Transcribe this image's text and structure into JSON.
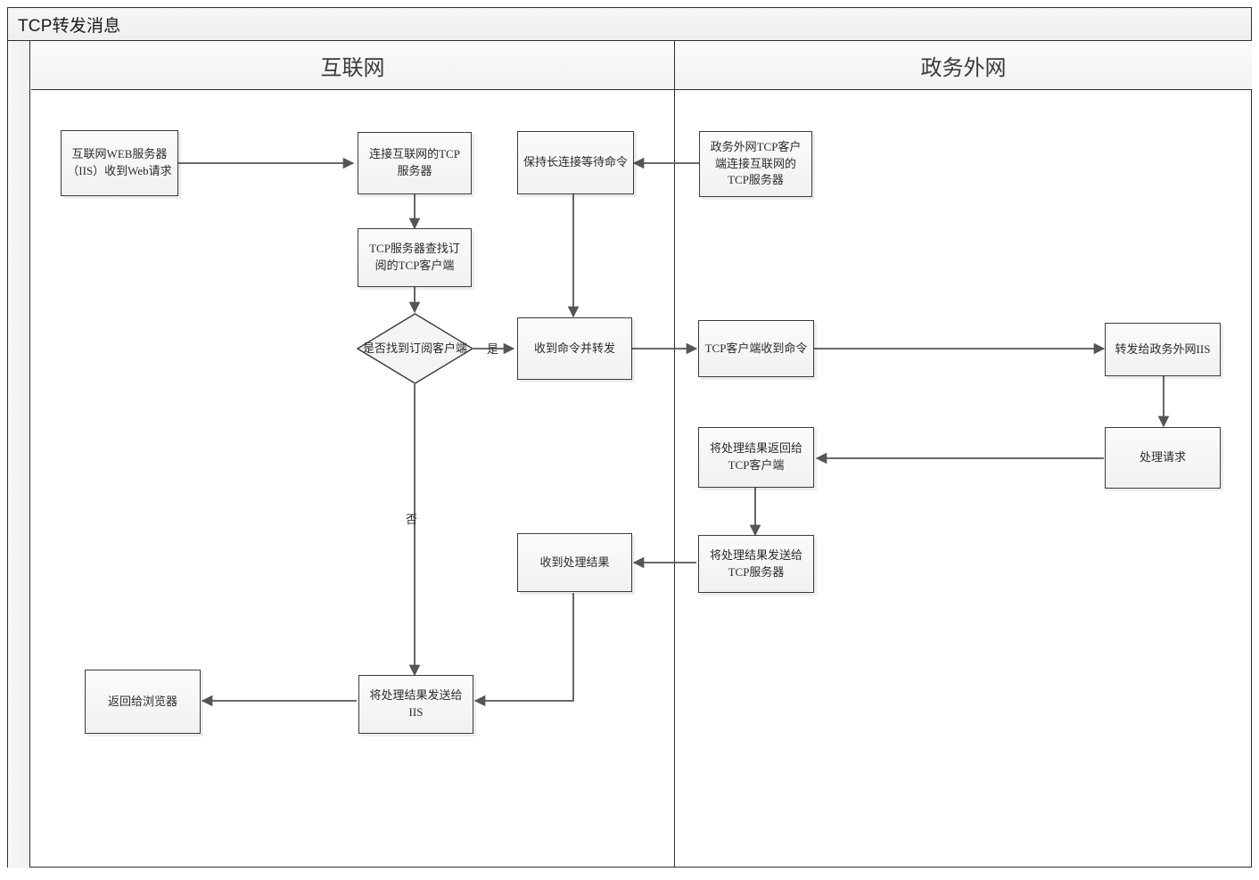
{
  "diagram": {
    "title": "TCP转发消息",
    "type": "swimlane-flowchart",
    "lanes": [
      {
        "id": "internet",
        "label": "互联网"
      },
      {
        "id": "govnet",
        "label": "政务外网"
      }
    ],
    "colors": {
      "node_fill": "#f5f5f5",
      "node_border": "#3c3c3c",
      "lane_header_fill": "#f2f2f2",
      "title_fill": "#eeeeee",
      "connector": "#555555",
      "text": "#2b2b2b"
    }
  },
  "nodes": {
    "web_request": {
      "label": "互联网WEB服务器（IIS）收到Web请求",
      "lane": "internet",
      "shape": "process"
    },
    "connect_tcp": {
      "label": "连接互联网的TCP服务器",
      "lane": "internet",
      "shape": "process"
    },
    "find_client": {
      "label": "TCP服务器查找订阅的TCP客户端",
      "lane": "internet",
      "shape": "process"
    },
    "decision_found": {
      "label": "是否找到订阅客户端",
      "lane": "internet",
      "shape": "decision"
    },
    "keep_alive": {
      "label": "保持长连接等待命令",
      "lane": "internet",
      "shape": "process"
    },
    "client_connect": {
      "label": "政务外网TCP客户端连接互联网的TCP服务器",
      "lane": "govnet",
      "shape": "process"
    },
    "recv_forward": {
      "label": "收到命令并转发",
      "lane": "internet",
      "shape": "process"
    },
    "client_recv": {
      "label": "TCP客户端收到命令",
      "lane": "govnet",
      "shape": "process"
    },
    "forward_iis": {
      "label": "转发给政务外网IIS",
      "lane": "govnet",
      "shape": "process"
    },
    "handle_request": {
      "label": "处理请求",
      "lane": "govnet",
      "shape": "process"
    },
    "return_client": {
      "label": "将处理结果返回给TCP客户端",
      "lane": "govnet",
      "shape": "process"
    },
    "send_server": {
      "label": "将处理结果发送给TCP服务器",
      "lane": "govnet",
      "shape": "process"
    },
    "recv_result": {
      "label": "收到处理结果",
      "lane": "internet",
      "shape": "process"
    },
    "send_iis": {
      "label": "将处理结果发送给IIS",
      "lane": "internet",
      "shape": "process"
    },
    "return_browser": {
      "label": "返回给浏览器",
      "lane": "internet",
      "shape": "process"
    }
  },
  "edge_labels": {
    "yes": "是",
    "no": "否"
  },
  "edges": [
    {
      "from": "web_request",
      "to": "connect_tcp",
      "label": ""
    },
    {
      "from": "connect_tcp",
      "to": "find_client",
      "label": ""
    },
    {
      "from": "find_client",
      "to": "decision_found",
      "label": ""
    },
    {
      "from": "decision_found",
      "to": "recv_forward",
      "label": "是"
    },
    {
      "from": "decision_found",
      "to": "send_iis",
      "label": "否"
    },
    {
      "from": "client_connect",
      "to": "keep_alive",
      "label": ""
    },
    {
      "from": "keep_alive",
      "to": "recv_forward",
      "label": ""
    },
    {
      "from": "recv_forward",
      "to": "client_recv",
      "label": ""
    },
    {
      "from": "client_recv",
      "to": "forward_iis",
      "label": ""
    },
    {
      "from": "forward_iis",
      "to": "handle_request",
      "label": ""
    },
    {
      "from": "handle_request",
      "to": "return_client",
      "label": ""
    },
    {
      "from": "return_client",
      "to": "send_server",
      "label": ""
    },
    {
      "from": "send_server",
      "to": "recv_result",
      "label": ""
    },
    {
      "from": "recv_result",
      "to": "send_iis",
      "label": ""
    },
    {
      "from": "send_iis",
      "to": "return_browser",
      "label": ""
    }
  ]
}
